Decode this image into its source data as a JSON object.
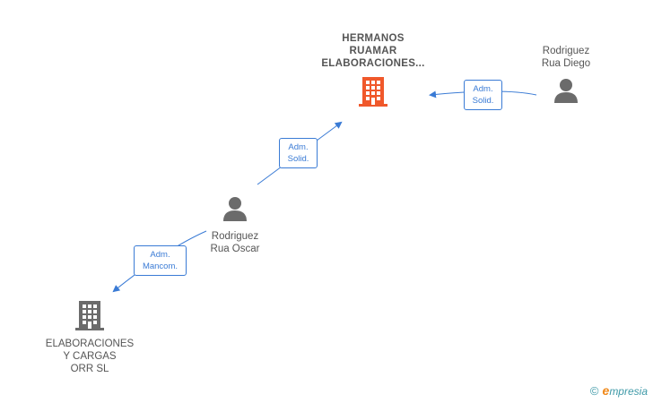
{
  "nodes": {
    "hermanos": {
      "label_lines": [
        "HERMANOS",
        "RUAMAR",
        "ELABORACIONES..."
      ],
      "color": "#f0582b"
    },
    "diego": {
      "label_lines": [
        "Rodriguez",
        "Rua Diego"
      ],
      "color": "#6b6b6b"
    },
    "oscar": {
      "label_lines": [
        "Rodriguez",
        "Rua Oscar"
      ],
      "color": "#6b6b6b"
    },
    "elaboraciones": {
      "label_lines": [
        "ELABORACIONES",
        "Y CARGAS",
        "ORR SL"
      ],
      "color": "#6b6b6b"
    }
  },
  "edges": {
    "diego_to_hermanos": {
      "label_lines": [
        "Adm.",
        "Solid."
      ]
    },
    "oscar_to_hermanos": {
      "label_lines": [
        "Adm.",
        "Solid."
      ]
    },
    "oscar_to_elaboraciones": {
      "label_lines": [
        "Adm.",
        "Mancom."
      ]
    }
  },
  "edge_color": "#3a7bd5",
  "brand": {
    "copyright": "©",
    "initial": "e",
    "name": "mpresia"
  }
}
